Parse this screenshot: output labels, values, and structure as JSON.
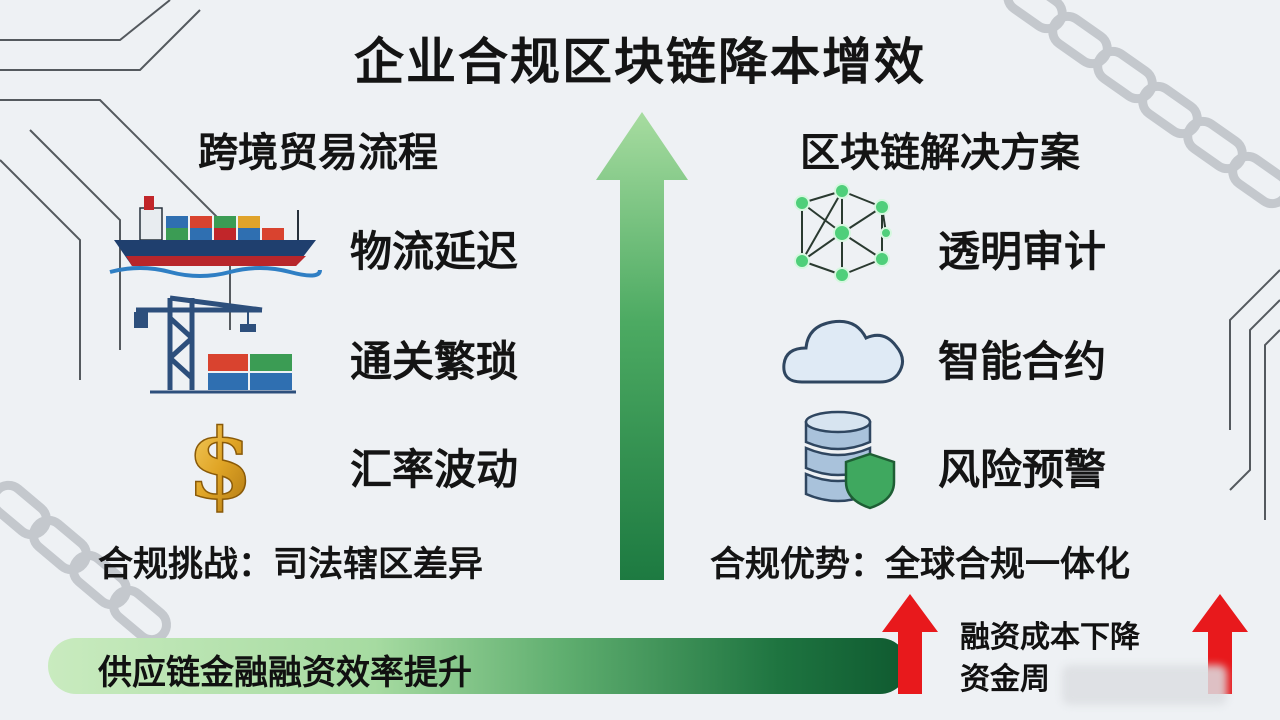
{
  "title": "企业合规区块链降本增效",
  "left": {
    "heading": "跨境贸易流程",
    "items": [
      {
        "label": "物流延迟",
        "icon": "cargo-ship-icon"
      },
      {
        "label": "通关繁琐",
        "icon": "port-crane-icon"
      },
      {
        "label": "汇率波动",
        "icon": "dollar-sign-icon"
      }
    ],
    "summary": "合规挑战：司法辖区差异"
  },
  "right": {
    "heading": "区块链解决方案",
    "items": [
      {
        "label": "透明审计",
        "icon": "network-nodes-icon"
      },
      {
        "label": "智能合约",
        "icon": "cloud-icon"
      },
      {
        "label": "风险预警",
        "icon": "database-shield-icon"
      }
    ],
    "summary": "合规优势：全球合规一体化"
  },
  "bottom_bar": {
    "label": "供应链金融融资效率提升"
  },
  "notes": [
    "融资成本下降",
    "资金周"
  ],
  "colors": {
    "arrow_green": "#2f9a55",
    "up_arrow_red": "#e8191c",
    "bar_dark_green": "#0f5a30"
  }
}
